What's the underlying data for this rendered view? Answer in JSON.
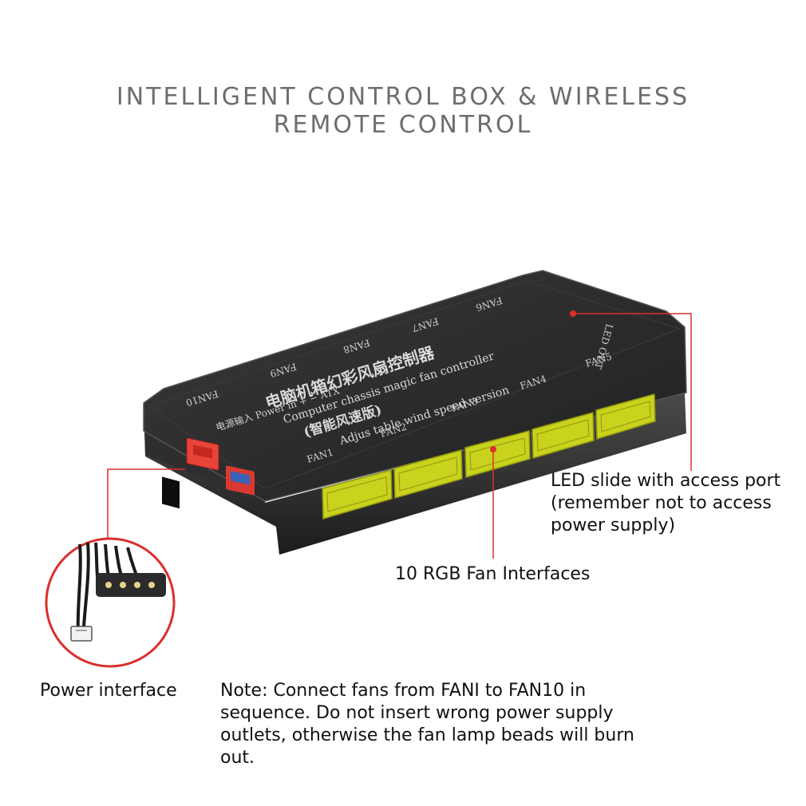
{
  "heading": {
    "line1": "INTELLIGENT CONTROL BOX & WIRELESS",
    "line2": "REMOTE CONTROL"
  },
  "device": {
    "label_cn": "电脑机箱幻彩风扇控制器",
    "label_en": "Computer chassis magic fan controller",
    "label_cn2": "(智能风速版)",
    "label_en2": "Adjus table wind speed version",
    "top_fans": [
      "FAN10",
      "FAN9",
      "FAN8",
      "FAN7",
      "FAN6"
    ],
    "bottom_fans": [
      "FAN1",
      "FAN2",
      "FAN3",
      "FAN4",
      "FAN5"
    ],
    "led_port": "LED OUT",
    "power_marks": "电源输入 Power in + − ATX"
  },
  "callouts": {
    "led": "LED slide with access port (remember not to access power supply)",
    "fans": "10 RGB Fan Interfaces",
    "power": "Power interface"
  },
  "note": "Note: Connect fans from FANI to FAN10 in sequence. Do not insert wrong power supply outlets, otherwise the fan lamp beads will burn out.",
  "colors": {
    "connector": "#c9d21c",
    "callout_line": "#d9302c",
    "body": "#2a2a2b"
  }
}
